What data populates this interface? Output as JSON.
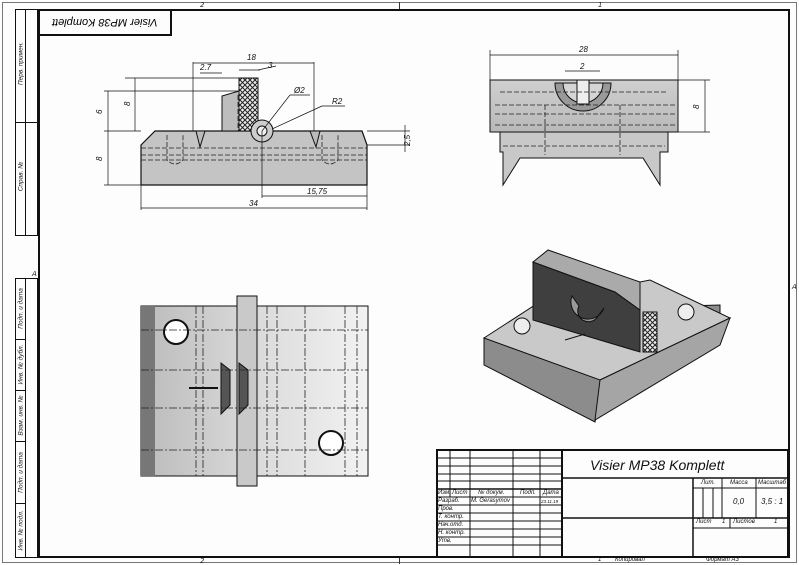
{
  "drawing": {
    "title": "Visier MP38 Komplett",
    "top_stamp_title": "Visier MP38 Komplett",
    "zones": {
      "top_left": "2",
      "top_right": "1",
      "bottom_left": "2",
      "bottom_right": "1",
      "left_marker": "A",
      "right_marker": "A"
    }
  },
  "side_strip": {
    "upper": [
      "Перв. примен.",
      "Справ. №"
    ],
    "lower": [
      "Подп. и дата",
      "Инв. № дубл.",
      "Взам. инв. №",
      "Подп. и дата",
      "Инв. № подл."
    ]
  },
  "views": {
    "front": {
      "dims": {
        "width_top": "18",
        "step": "2.7",
        "knurl": "3",
        "hole_dia": "Ø2",
        "radius": "R2",
        "height_left": "6",
        "height_upper": "8",
        "height_base": "8",
        "slot": "2,5",
        "offset": "15,75",
        "overall": "34"
      }
    },
    "side": {
      "dims": {
        "width": "28",
        "slot": "2",
        "height": "8"
      }
    },
    "top": {},
    "iso": {}
  },
  "title_block": {
    "headers": {
      "izm": "Изм.",
      "list": "Лист",
      "doc": "№ докум.",
      "sign": "Подп.",
      "date": "Дата"
    },
    "roles": [
      "Разраб.",
      "Пров.",
      "Т. контр.",
      "Нач.отд.",
      "Н. контр.",
      "Утв."
    ],
    "developer": "M. Gerasymov",
    "date": "23.11.19",
    "lit_label": "Лит.",
    "mass_label": "Масса",
    "scale_label": "Масштаб",
    "mass_value": "0,0",
    "scale_value": "3,5 : 1",
    "sheet_label": "Лист",
    "sheet_value": "1",
    "sheets_label": "Листов",
    "sheets_value": "1",
    "copied_num": "1",
    "copied_label": "Копировал",
    "format_label": "Формат А3"
  }
}
